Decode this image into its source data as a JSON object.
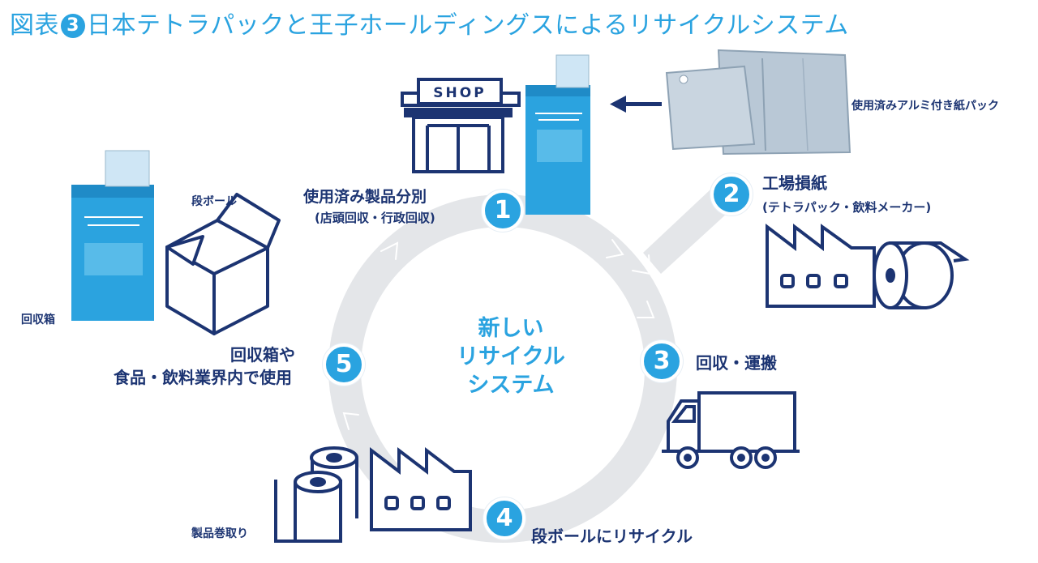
{
  "title": {
    "prefix": "図表",
    "number": "3",
    "text": "日本テトラパックと王子ホールディングスによるリサイクルシステム"
  },
  "center": {
    "line1": "新しい",
    "line2": "リサイクル",
    "line3": "システム"
  },
  "shop_sign": "SHOP",
  "stages": [
    {
      "number": "1",
      "label": "使用済み製品分別",
      "sublabel": "(店頭回収・行政回収)"
    },
    {
      "number": "2",
      "label": "工場損紙",
      "sublabel": "(テトラパック・飲料メーカー)"
    },
    {
      "number": "3",
      "label": "回収・運搬",
      "sublabel": ""
    },
    {
      "number": "4",
      "label": "段ボールにリサイクル",
      "sublabel": ""
    },
    {
      "number": "5",
      "label": "回収箱や",
      "sublabel": "食品・飲料業界内で使用"
    }
  ],
  "annotations": {
    "used_packs": "使用済みアルミ付き紙パック",
    "cardboard": "段ボール",
    "collection_box": "回収箱",
    "product_rolls": "製品巻取り"
  },
  "colors": {
    "accent": "#2aa3e0",
    "navy": "#1c3472",
    "ring": "#e4e6e9"
  }
}
